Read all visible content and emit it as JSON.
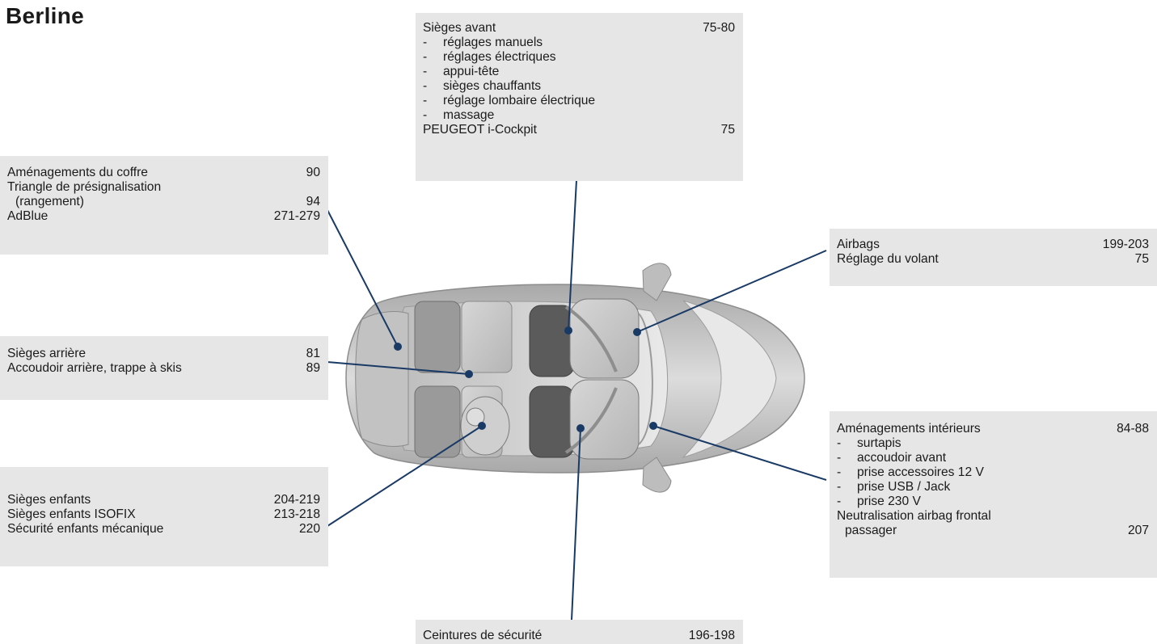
{
  "title": "Berline",
  "colors": {
    "box_bg": "#e6e6e6",
    "leader": "#1a3a66",
    "dot": "#1a3a66"
  },
  "boxes": {
    "front_seats": {
      "rows": [
        {
          "text": "Sièges avant",
          "page": "75-80"
        },
        {
          "sub": "réglages manuels"
        },
        {
          "sub": "réglages électriques"
        },
        {
          "sub": "appui-tête"
        },
        {
          "sub": "sièges chauffants"
        },
        {
          "sub": "réglage lombaire électrique"
        },
        {
          "sub": "massage"
        },
        {
          "text": "PEUGEOT i-Cockpit",
          "page": "75"
        }
      ]
    },
    "boot": {
      "rows": [
        {
          "text": "Aménagements du coffre",
          "page": "90"
        },
        {
          "text": "Triangle de présignalisation",
          "page": ""
        },
        {
          "text": "(rangement)",
          "page": "94",
          "indent": true
        },
        {
          "text": "AdBlue",
          "page": "271-279"
        }
      ]
    },
    "airbags": {
      "rows": [
        {
          "text": "Airbags",
          "page": "199-203"
        },
        {
          "text": "Réglage du volant",
          "page": "75"
        }
      ]
    },
    "rear_seats": {
      "rows": [
        {
          "text": "Sièges arrière",
          "page": "81"
        },
        {
          "text": "Accoudoir arrière, trappe à skis",
          "page": "89"
        }
      ]
    },
    "interior": {
      "rows": [
        {
          "text": "Aménagements intérieurs",
          "page": "84-88"
        },
        {
          "sub": "surtapis"
        },
        {
          "sub": "accoudoir avant"
        },
        {
          "sub": "prise accessoires 12 V"
        },
        {
          "sub": "prise USB / Jack"
        },
        {
          "sub": "prise 230 V"
        },
        {
          "text": "Neutralisation airbag frontal",
          "page": ""
        },
        {
          "text": "passager",
          "page": "207",
          "indent": true
        }
      ]
    },
    "child_seats": {
      "rows": [
        {
          "text": "Sièges enfants",
          "page": "204-219"
        },
        {
          "text": "Sièges enfants ISOFIX",
          "page": "213-218"
        },
        {
          "text": "Sécurité enfants mécanique",
          "page": "220"
        }
      ]
    },
    "seatbelts": {
      "rows": [
        {
          "text": "Ceintures de sécurité",
          "page": "196-198"
        }
      ]
    }
  }
}
